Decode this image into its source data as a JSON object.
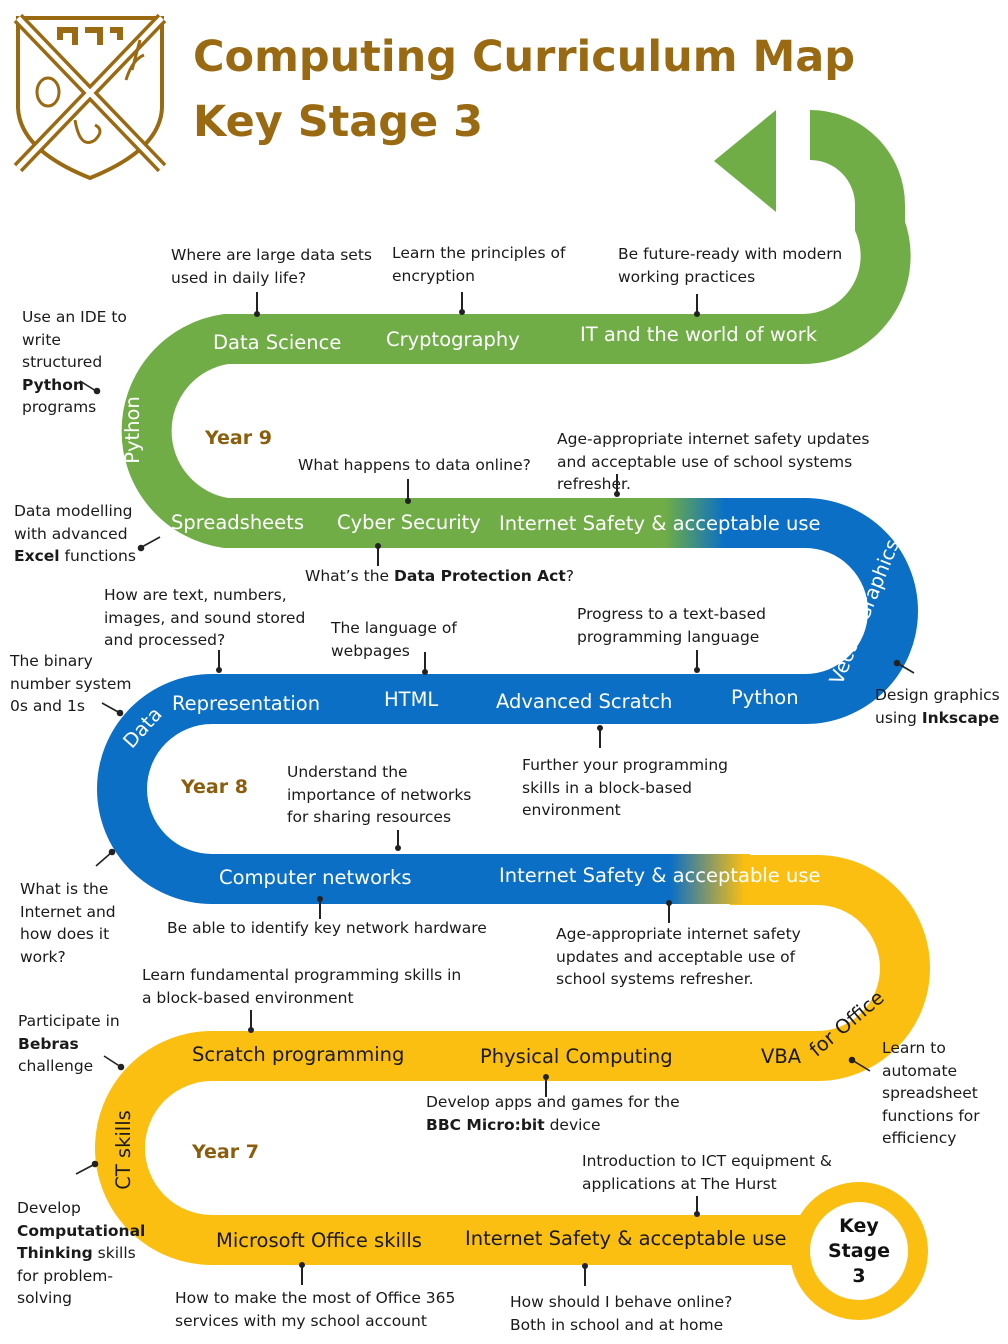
{
  "header": {
    "title_line1": "Computing Curriculum Map",
    "title_line2": "Key Stage 3",
    "logo_icon": "school-crest-icon"
  },
  "colors": {
    "year9": "#70ad47",
    "year8": "#0a6fc5",
    "year7": "#fbbf11",
    "title": "#9a6a12"
  },
  "year9": {
    "year_label": "Year 9",
    "topics": {
      "data_science": "Data Science",
      "cryptography": "Cryptography",
      "it_world": "IT and the world of work",
      "python": "Python",
      "spreadsheets": "Spreadsheets",
      "cyber": "Cyber Security",
      "safety": "Internet Safety & acceptable use"
    },
    "notes": {
      "data_science": "Where are large data sets used in daily life?",
      "cryptography": "Learn the principles of encryption",
      "it_world": "Be future-ready with modern working practices",
      "python_1": "Use an IDE to write structured",
      "python_bold": "Python",
      "python_2": "programs",
      "cyber": "What happens to data online?",
      "safety": "Age-appropriate internet safety updates and acceptable use of school systems refresher.",
      "spreadsheets_1": "Data modelling with advanced",
      "spreadsheets_bold": "Excel",
      "spreadsheets_2": "functions",
      "dpa_1": "What’s the",
      "dpa_bold": "Data Protection Act",
      "dpa_2": "?"
    }
  },
  "year8": {
    "year_label": "Year 8",
    "topics": {
      "vector": "Vector Graphics",
      "data": "Data",
      "representation": "Representation",
      "html": "HTML",
      "adv_scratch": "Advanced Scratch",
      "python": "Python",
      "networks": "Computer networks",
      "safety": "Internet Safety & acceptable use"
    },
    "notes": {
      "representation": "How are text, numbers, images, and sound stored and processed?",
      "html": "The language of webpages",
      "python": "Progress to a text-based programming language",
      "binary": "The binary number system 0s and 1s",
      "vector_1": "Design graphics using",
      "vector_bold": "Inkscape",
      "adv_scratch": "Further your programming skills in a block-based environment",
      "networks_importance": "Understand the importance of networks for sharing resources",
      "internet": "What is the Internet and how does it work?",
      "hardware": "Be able to identify key network hardware",
      "safety": "Age-appropriate internet safety updates and acceptable use of school systems refresher."
    }
  },
  "year7": {
    "year_label": "Year 7",
    "topics": {
      "scratch": "Scratch programming",
      "physical": "Physical Computing",
      "vba": "VBA",
      "for_office": "for Office",
      "ct": "CT skills",
      "office": "Microsoft Office skills",
      "safety": "Internet Safety & acceptable use"
    },
    "notes": {
      "scratch": "Learn fundamental programming skills in a block-based environment",
      "bebras_1": "Participate in",
      "bebras_bold": "Bebras",
      "bebras_2": "challenge",
      "vba": "Learn to automate spreadsheet functions for efficiency",
      "microbit_1": "Develop apps and games for the",
      "microbit_bold": "BBC Micro:bit",
      "microbit_2": "device",
      "ict": "Introduction to ICT equipment & applications at The Hurst",
      "ct_1": "Develop",
      "ct_bold": "Computational Thinking",
      "ct_2": "skills for problem-solving",
      "office365": "How to make the most of Office 365 services with my school account",
      "behave": "How should I behave online? Both in school and at home"
    }
  },
  "badge": {
    "text": "Key\nStage\n3"
  }
}
